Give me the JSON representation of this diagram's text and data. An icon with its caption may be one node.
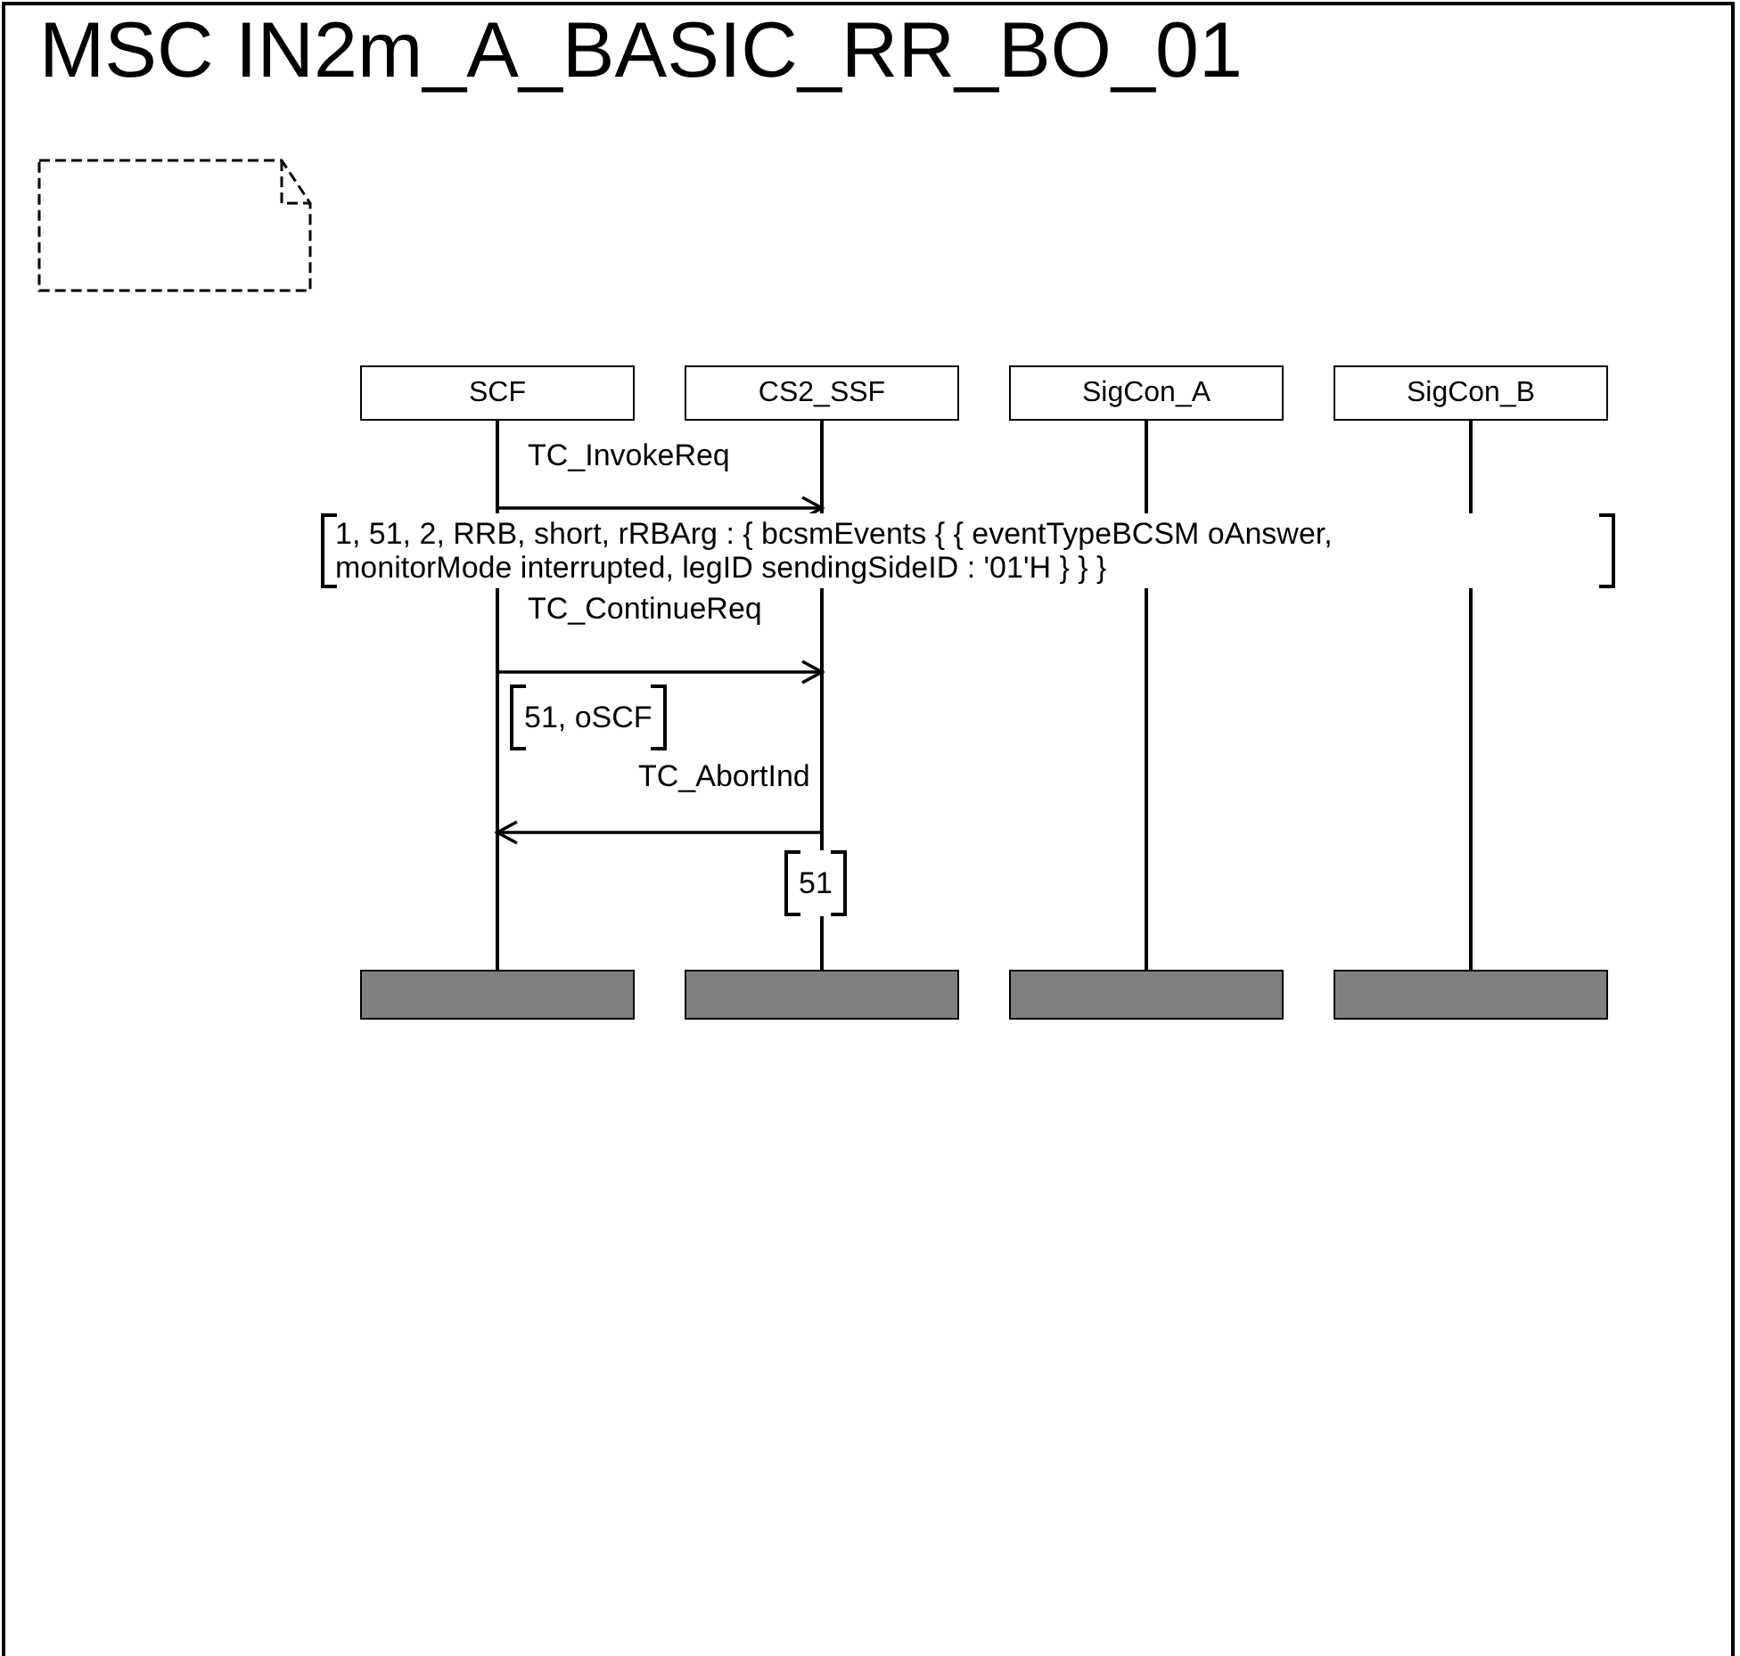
{
  "diagram": {
    "title": "MSC IN2m_A_BASIC_RR_BO_01",
    "nodes": [
      {
        "text": [
          "SCF"
        ]
      },
      {
        "text": [
          "CS2_SSF"
        ]
      },
      {
        "text": [
          "SigCon_A"
        ]
      },
      {
        "text": [
          "SigCon_B"
        ]
      }
    ],
    "edges": [
      {
        "from": 0,
        "to": 1,
        "arrow": "to",
        "label": "TC_InvokeReq"
      },
      {
        "from": 0,
        "to": 1,
        "arrow": "to",
        "label": "TC_ContinueReq"
      },
      {
        "from": 1,
        "to": 0,
        "arrow": "to",
        "label": "TC_AbortInd"
      }
    ],
    "labels": [
      "1, 51, 2, RRB, short, rRBArg : { bcsmEvents { { eventTypeBCSM oAnswer, monitorMode interrupted, legID sendingSideID : '01'H } } }",
      "51, oSCF",
      "51"
    ]
  }
}
